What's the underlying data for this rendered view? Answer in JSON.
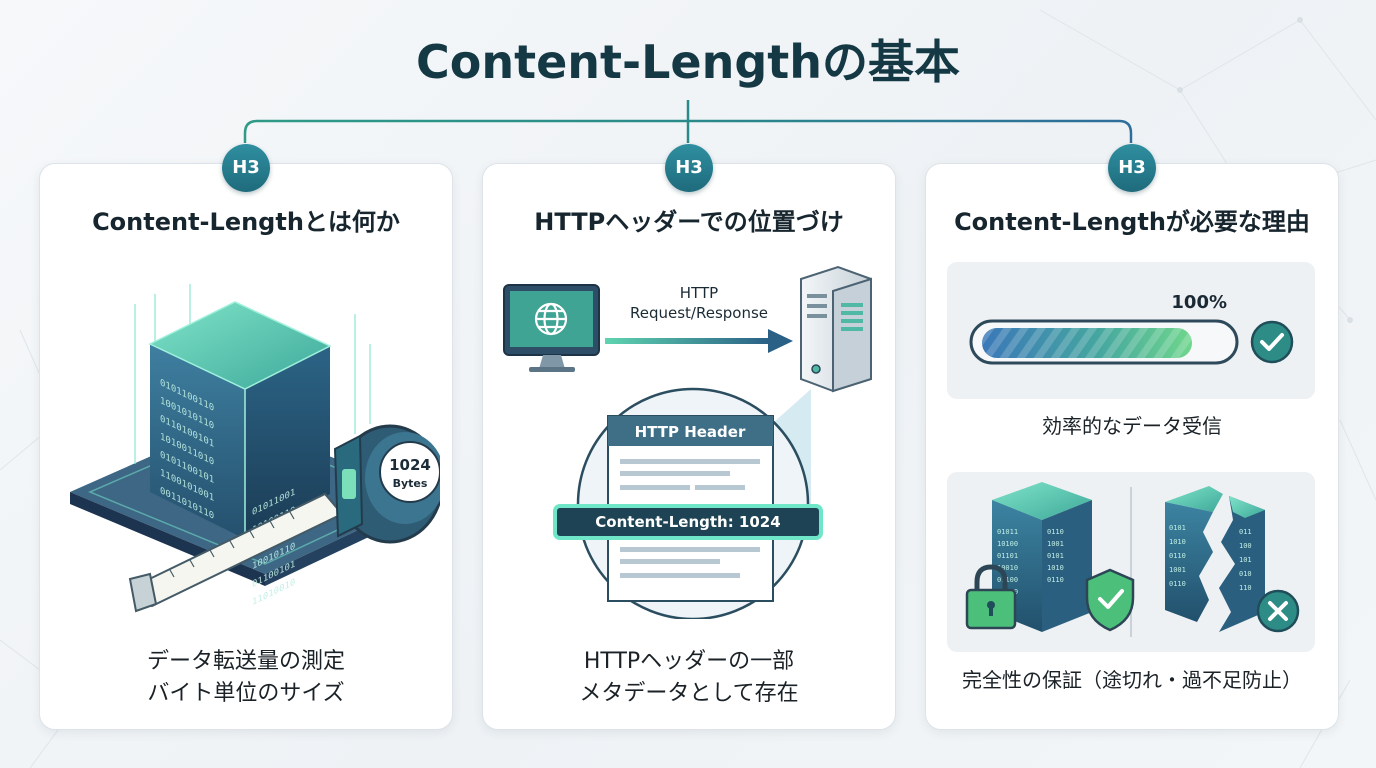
{
  "title": "Content-Lengthの基本",
  "cards": [
    {
      "badge": "H3",
      "title": "Content-Lengthとは何か",
      "illustration": {
        "tape_label_value": "1024",
        "tape_label_unit": "Bytes"
      },
      "caption": [
        "データ転送量の測定",
        "バイト単位のサイズ"
      ]
    },
    {
      "badge": "H3",
      "title": "HTTPヘッダーでの位置づけ",
      "illustration": {
        "arrow_label_line1": "HTTP",
        "arrow_label_line2": "Request/Response",
        "header_box_title": "HTTP Header",
        "header_field": "Content-Length: 1024"
      },
      "caption": [
        "HTTPヘッダーの一部",
        "メタデータとして存在"
      ]
    },
    {
      "badge": "H3",
      "title": "Content-Lengthが必要な理由",
      "progress": {
        "label": "100%",
        "value": 1.0
      },
      "progress_caption": "効率的なデータ受信",
      "caption": [
        "完全性の保証（途切れ・過不足防止）"
      ]
    }
  ],
  "colors": {
    "accent_teal": "#1e6b7c",
    "accent_green": "#4cc07a",
    "accent_blue": "#3b78b8",
    "title": "#143945",
    "error_red": "#e0504a"
  },
  "icons": [
    "globe-icon",
    "server-icon",
    "check-icon",
    "padlock-icon",
    "shield-check-icon",
    "x-circle-icon",
    "tape-measure-icon",
    "data-cube-icon"
  ]
}
